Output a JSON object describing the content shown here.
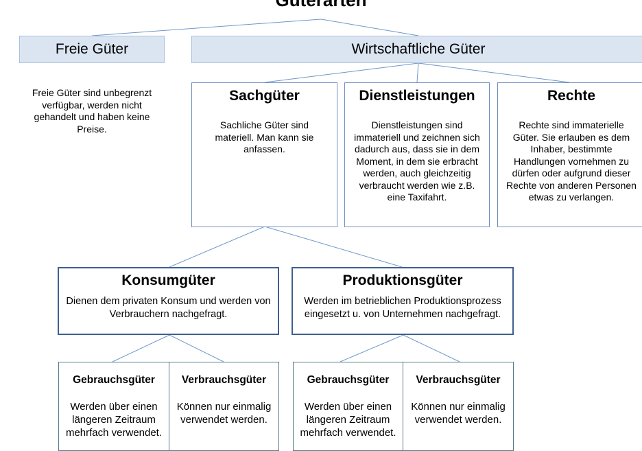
{
  "title": "Güterarten",
  "free_goods": {
    "label": "Freie Güter",
    "description": "Freie Güter sind unbegrenzt verfügbar, werden nicht gehandelt und haben keine Preise."
  },
  "economic_goods": {
    "label": "Wirtschaftliche Güter"
  },
  "categories": [
    {
      "title": "Sachgüter",
      "description": "Sachliche Güter sind materiell. Man kann sie anfassen."
    },
    {
      "title": "Dienstleistungen",
      "description": "Dienstleistungen sind immateriell und zeichnen sich dadurch aus, dass sie in dem Moment, in dem sie erbracht werden, auch gleichzeitig verbraucht werden wie z.B. eine Taxifahrt."
    },
    {
      "title": "Rechte",
      "description": "Rechte sind immaterielle Güter. Sie erlauben es dem Inhaber, bestimmte Handlungen vornehmen zu dürfen oder aufgrund dieser Rechte von anderen Personen etwas zu verlangen."
    }
  ],
  "goods_types": [
    {
      "title": "Konsumgüter",
      "description": "Dienen dem privaten Konsum und werden von Verbrauchern nachgefragt.",
      "children": [
        {
          "title": "Gebrauchsgüter",
          "description": "Werden über einen längeren Zeitraum mehrfach verwendet."
        },
        {
          "title": "Verbrauchsgüter",
          "description": "Können nur einmalig verwendet werden."
        }
      ]
    },
    {
      "title": "Produktionsgüter",
      "description": "Werden im betrieblichen Produktionsprozess eingesetzt u. von Unternehmen nachgefragt.",
      "children": [
        {
          "title": "Gebrauchsgüter",
          "description": "Werden über einen längeren Zeitraum mehrfach verwendet."
        },
        {
          "title": "Verbrauchsgüter",
          "description": "Können nur einmalig verwendet werden."
        }
      ]
    }
  ],
  "colors": {
    "band_fill": "#dbe5f2",
    "connector": "#6f97c8",
    "box_border": "#6d8fbf",
    "strong_border": "#3f5f8f",
    "leaf_border": "#4f7c86"
  }
}
